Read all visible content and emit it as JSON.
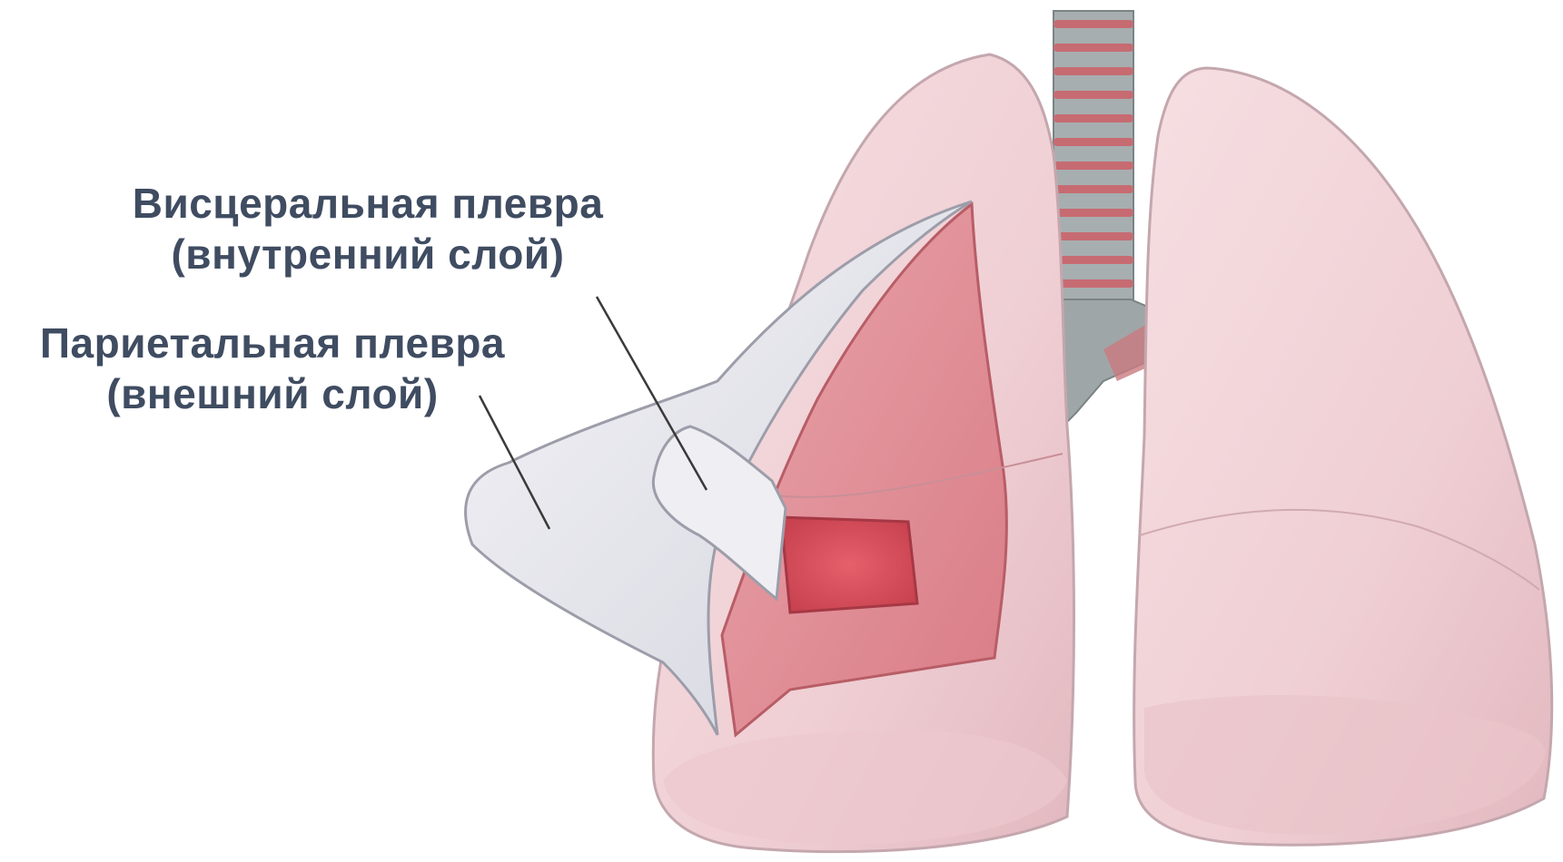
{
  "labels": {
    "visceral": {
      "line1": "Висцеральная плевра",
      "line2": "(внутренний слой)"
    },
    "parietal": {
      "line1": "Париетальная плевра",
      "line2": "(внешний слой)"
    }
  },
  "colors": {
    "label_text": "#3f4c61",
    "leader_line": "#3a3a3a",
    "lung_fill": "#f1d2d6",
    "lung_edge": "#c9a9b1",
    "lung_inner": "#e08f98",
    "lung_deep": "#d9505c",
    "pleura_flap": "#e4e4ec",
    "trachea_grey": "#9aa1a3",
    "trachea_red": "#c76b72"
  }
}
